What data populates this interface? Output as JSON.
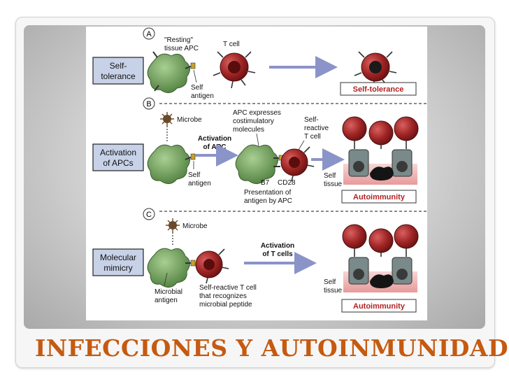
{
  "slide": {
    "title": "INFECCIONES Y AUTOINMUNIDAD"
  },
  "colors": {
    "title": "#c55a11",
    "tcell": "#8b1a1a",
    "apc": "#5c8a4a",
    "label_box": "#c7d2e8",
    "arrow": "#8a94c8",
    "outcome_text": "#b22222"
  },
  "panel_a": {
    "letter": "A",
    "row_label": [
      "Self-",
      "tolerance"
    ],
    "apc_label": [
      "\"Resting\"",
      "tissue APC"
    ],
    "tcell_label": "T cell",
    "antigen_label": [
      "Self",
      "antigen"
    ],
    "outcome": "Self-tolerance"
  },
  "panel_b": {
    "letter": "B",
    "row_label": [
      "Activation",
      "of APCs"
    ],
    "microbe_label": "Microbe",
    "arrow_label": [
      "Activation",
      "of APC"
    ],
    "antigen_label": [
      "Self",
      "antigen"
    ],
    "costim_label": [
      "APC expresses",
      "costimulatory",
      "molecules"
    ],
    "self_reactive_label": [
      "Self-",
      "reactive",
      "T cell"
    ],
    "b7_label": "B7",
    "cd28_label": "CD28",
    "presentation_label": [
      "Presentation of",
      "antigen by APC"
    ],
    "tissue_label": [
      "Self",
      "tissue"
    ],
    "outcome": "Autoimmunity"
  },
  "panel_c": {
    "letter": "C",
    "row_label": [
      "Molecular",
      "mimicry"
    ],
    "microbe_label": "Microbe",
    "arrow_label": [
      "Activation",
      "of T cells"
    ],
    "microbial_antigen_label": [
      "Microbial",
      "antigen"
    ],
    "tcell_desc": [
      "Self-reactive T cell",
      "that recognizes",
      "microbial peptide"
    ],
    "tissue_label": [
      "Self",
      "tissue"
    ],
    "outcome": "Autoimmunity"
  }
}
